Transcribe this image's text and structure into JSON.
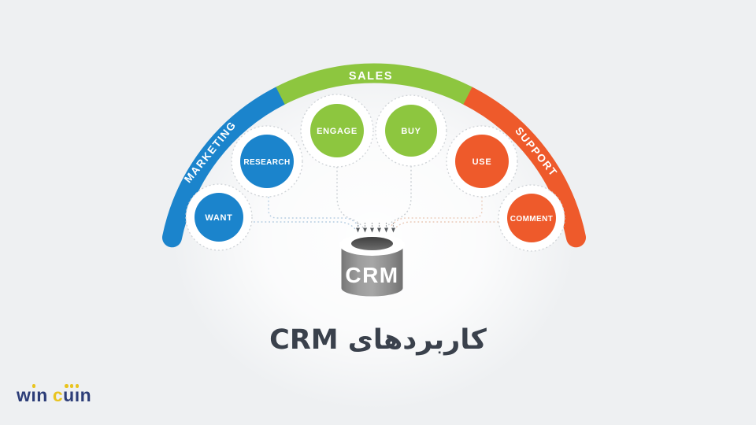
{
  "page": {
    "background": "#eef0f2",
    "title": "کاربردهای CRM",
    "title_color": "#3a414c"
  },
  "diagram": {
    "phases": [
      {
        "label": "MARKETING",
        "color": "#1b84cc"
      },
      {
        "label": "SALES",
        "color": "#8dc63f"
      },
      {
        "label": "SUPPORT",
        "color": "#ee5a2b"
      }
    ],
    "stages": [
      {
        "label": "WANT",
        "phase": "MARKETING",
        "color": "#1b84cc"
      },
      {
        "label": "RESEARCH",
        "phase": "MARKETING",
        "color": "#1b84cc"
      },
      {
        "label": "ENGAGE",
        "phase": "SALES",
        "color": "#8dc63f"
      },
      {
        "label": "BUY",
        "phase": "SALES",
        "color": "#8dc63f"
      },
      {
        "label": "USE",
        "phase": "SUPPORT",
        "color": "#ee5a2b"
      },
      {
        "label": "COMMENT",
        "phase": "SUPPORT",
        "color": "#ee5a2b"
      }
    ],
    "database_label": "CRM",
    "database_colors": {
      "body": "#8f8f8f",
      "rim": "#ffffff",
      "hole": "#4a4a4a"
    },
    "connector_colors": {
      "marketing": "#b5cde2",
      "sales": "#c7ccd1",
      "support": "#eac9b7"
    }
  },
  "logo": {
    "name": "wincoin",
    "colors": {
      "navy": "#2c3d78",
      "yellow": "#e9c41f"
    },
    "parts": [
      {
        "ch": "w",
        "color": "navy",
        "dots": 0
      },
      {
        "ch": "ı",
        "color": "navy",
        "dots": 1
      },
      {
        "ch": "n",
        "color": "navy",
        "dots": 0
      },
      {
        "ch": "c",
        "color": "yellow",
        "dots": 0,
        "gap": true
      },
      {
        "ch": "u",
        "color": "navy",
        "dots": 2
      },
      {
        "ch": "ı",
        "color": "navy",
        "dots": 1
      },
      {
        "ch": "n",
        "color": "navy",
        "dots": 0
      }
    ]
  }
}
